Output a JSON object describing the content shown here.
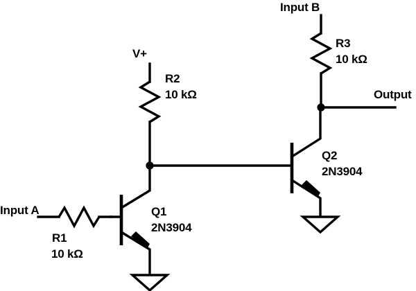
{
  "diagram": {
    "title": "Two-stage NPN transistor logic circuit",
    "type": "schematic",
    "stroke_color": "#000000",
    "background_color": "#ffffff"
  },
  "labels": {
    "input_a": "Input A",
    "input_b": "Input B",
    "supply": "V+",
    "output": "Output",
    "r1_name": "R1",
    "r1_value": "10 kΩ",
    "r2_name": "R2",
    "r2_value": "10 kΩ",
    "r3_name": "R3",
    "r3_value": "10 kΩ",
    "q1_name": "Q1",
    "q1_part": "2N3904",
    "q2_name": "Q2",
    "q2_part": "2N3904"
  },
  "components": [
    {
      "ref": "R1",
      "kind": "resistor",
      "value": "10 kΩ",
      "orientation": "horizontal"
    },
    {
      "ref": "R2",
      "kind": "resistor",
      "value": "10 kΩ",
      "orientation": "vertical"
    },
    {
      "ref": "R3",
      "kind": "resistor",
      "value": "10 kΩ",
      "orientation": "vertical"
    },
    {
      "ref": "Q1",
      "kind": "transistor-npn",
      "value": "2N3904"
    },
    {
      "ref": "Q2",
      "kind": "transistor-npn",
      "value": "2N3904"
    }
  ],
  "terminals": [
    {
      "name": "Input A",
      "side": "left"
    },
    {
      "name": "Input B",
      "side": "top"
    },
    {
      "name": "V+",
      "side": "top"
    },
    {
      "name": "Output",
      "side": "right"
    }
  ],
  "ground_symbols": 2,
  "junction_dots": 2
}
